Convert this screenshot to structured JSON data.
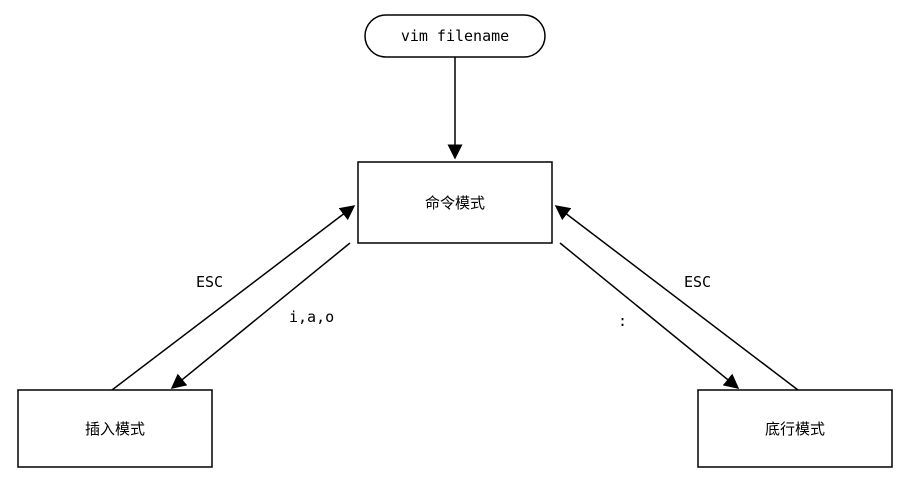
{
  "diagram": {
    "title": "vim modes diagram",
    "nodes": {
      "start": {
        "label": "vim filename",
        "shape": "rounded"
      },
      "command_mode": {
        "label": "命令模式",
        "shape": "rect"
      },
      "insert_mode": {
        "label": "插入模式",
        "shape": "rect"
      },
      "lastline_mode": {
        "label": "底行模式",
        "shape": "rect"
      }
    },
    "edges": {
      "start_to_command": {
        "label": ""
      },
      "insert_to_command": {
        "label": "ESC"
      },
      "command_to_insert": {
        "label": "i,a,o"
      },
      "lastline_to_command": {
        "label": "ESC"
      },
      "command_to_lastline": {
        "label": ":"
      }
    },
    "colors": {
      "stroke": "#000000",
      "background": "#ffffff",
      "text": "#000000"
    }
  }
}
